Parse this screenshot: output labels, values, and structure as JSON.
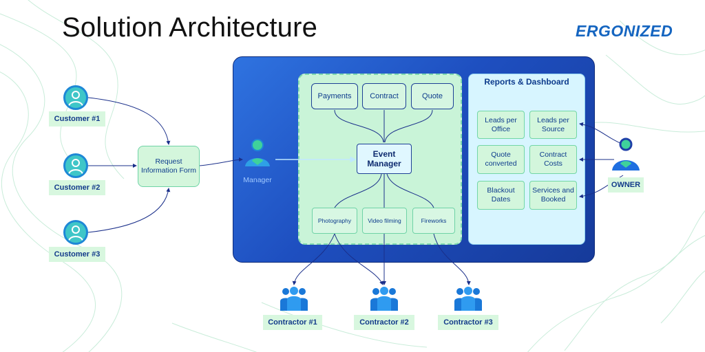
{
  "header": {
    "title": "Solution Architecture",
    "logo": "ERGONIZED"
  },
  "colors": {
    "brand": "#1565c0",
    "panel": "#1e4fc0",
    "mint": "#d4f6dc",
    "accent": "#3fc6c8"
  },
  "customers": [
    {
      "label": "Customer #1",
      "icon": "customer-user-icon"
    },
    {
      "label": "Customer #2",
      "icon": "customer-user-icon"
    },
    {
      "label": "Customer #3",
      "icon": "customer-user-icon"
    }
  ],
  "request_form": {
    "label": "Request Information Form"
  },
  "manager": {
    "label": "Manager",
    "icon": "manager-user-icon"
  },
  "top_services": [
    "Payments",
    "Contract",
    "Quote"
  ],
  "event_manager": {
    "label": "Event Manager"
  },
  "bottom_services": [
    "Photography",
    "Video filming",
    "Fireworks"
  ],
  "reports": {
    "title": "Reports & Dashboard",
    "tiles": [
      "Leads per Office",
      "Leads per Source",
      "Quote converted",
      "Contract Costs",
      "Blackout Dates",
      "Services and Booked"
    ]
  },
  "owner": {
    "label": "OWNER",
    "icon": "owner-user-icon"
  },
  "contractors": [
    {
      "label": "Contractor #1",
      "icon": "group-icon"
    },
    {
      "label": "Contractor #2",
      "icon": "group-icon"
    },
    {
      "label": "Contractor #3",
      "icon": "group-icon"
    }
  ]
}
